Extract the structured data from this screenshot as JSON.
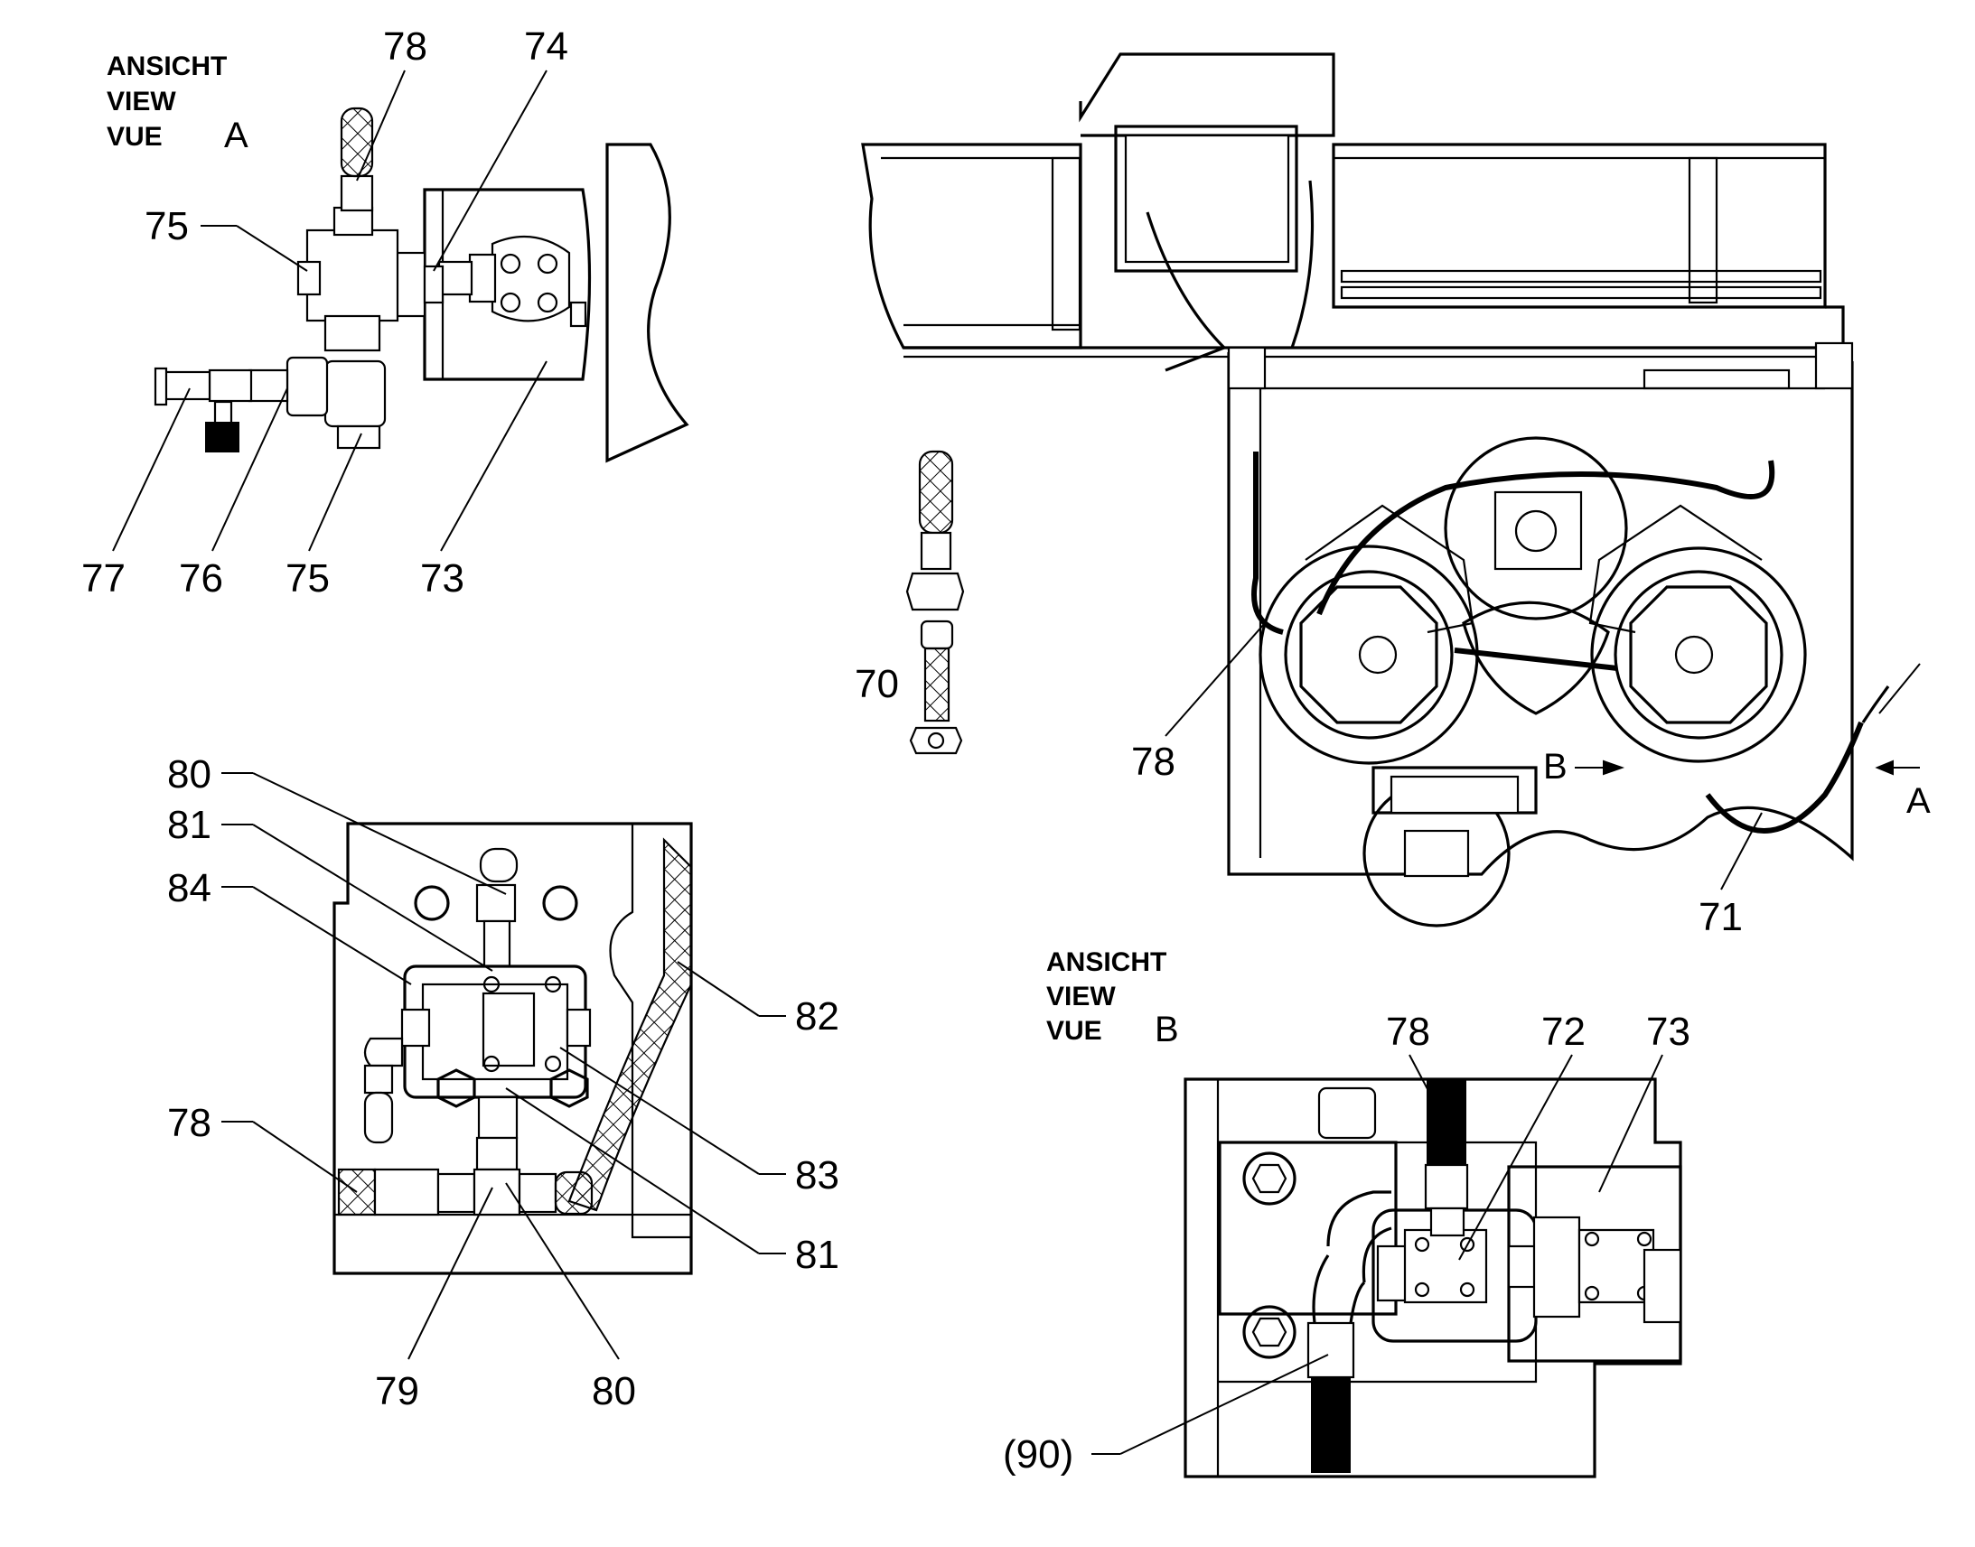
{
  "view_a": {
    "title_de": "ANSICHT",
    "title_en": "VIEW",
    "title_fr": "VUE",
    "letter": "A",
    "callouts": [
      "78",
      "74",
      "75",
      "77",
      "76",
      "75",
      "73"
    ]
  },
  "detail_center": {
    "callouts": [
      "70"
    ]
  },
  "main_view": {
    "section_marker": "B",
    "view_marker": "A",
    "callouts": [
      "78",
      "71"
    ]
  },
  "detail_left": {
    "callouts": [
      "80",
      "81",
      "84",
      "82",
      "83",
      "81",
      "78",
      "79",
      "80"
    ]
  },
  "view_b": {
    "title_de": "ANSICHT",
    "title_en": "VIEW",
    "title_fr": "VUE",
    "letter": "B",
    "callouts": [
      "78",
      "72",
      "73",
      "(90)"
    ]
  }
}
